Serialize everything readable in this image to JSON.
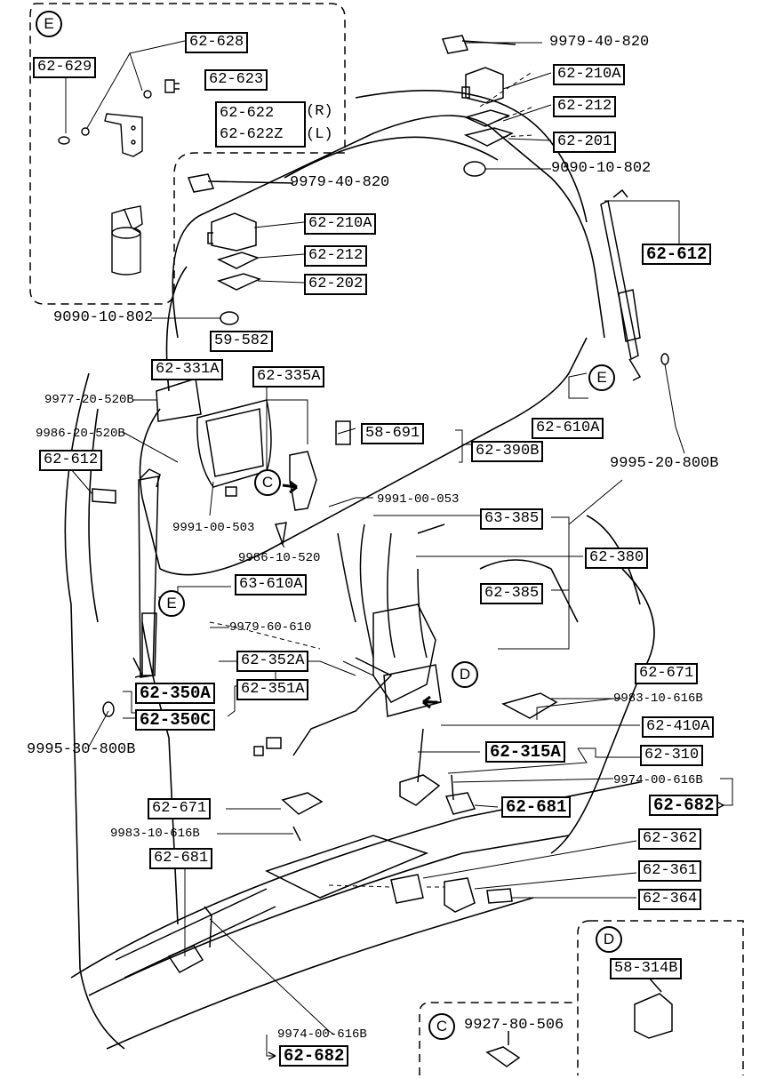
{
  "inset_E": {
    "marker": "E",
    "parts": [
      "62-628",
      "62-629",
      "62-623",
      "62-622",
      "62-622Z"
    ],
    "side_right": "(R)",
    "side_left": "(L)"
  },
  "top_hinge": {
    "bolt": "9979-40-820",
    "hinge": "62-210A",
    "shim": "62-212",
    "plate": "62-201",
    "cap": "9090-10-802"
  },
  "left_hinge": {
    "bolt": "9979-40-820",
    "hinge": "62-210A",
    "shim": "62-212",
    "plate": "62-202",
    "cap": "9090-10-802"
  },
  "right_strut": {
    "part": "62-612",
    "marker": "E",
    "assembly": "62-610A",
    "nut": "9995-20-800B"
  },
  "left_strut": {
    "part": "62-612",
    "marker": "E",
    "assembly": "63-610A",
    "nut": "9995-30-800B"
  },
  "center": {
    "p_59_582": "59-582",
    "p_62_331A": "62-331A",
    "p_62_335A": "62-335A",
    "bolt_a": "9977-20-520B",
    "bolt_b": "9986-20-520B",
    "marker_c": "C",
    "nut_a": "9991-00-503",
    "screw_a": "9986-10-520",
    "p_58_691": "58-691",
    "p_62_390B": "62-390B",
    "nut_b": "9991-00-053"
  },
  "latch": {
    "p_63_385": "63-385",
    "p_62_380": "62-380",
    "p_62_385": "62-385",
    "bolt": "9979-60-610",
    "p_62_352A": "62-352A",
    "p_62_351A": "62-351A",
    "p_62_350A": "62-350A",
    "p_62_350C": "62-350C",
    "marker_d": "D",
    "p_62_671a": "62-671",
    "screw_a": "9983-10-616B",
    "p_62_410A": "62-410A",
    "p_62_315A": "62-315A",
    "p_62_310": "62-310",
    "screw_b": "9974-00-616B",
    "p_62_681a": "62-681",
    "p_62_682a": "62-682"
  },
  "lower": {
    "p_62_671b": "62-671",
    "screw_c": "9983-10-616B",
    "p_62_681b": "62-681",
    "p_62_362": "62-362",
    "p_62_361": "62-361",
    "p_62_364": "62-364",
    "screw_d": "9974-00-616B",
    "p_62_682b": "62-682"
  },
  "inset_D": {
    "marker": "D",
    "part": "58-314B"
  },
  "inset_C": {
    "marker": "C",
    "part": "9927-80-506"
  }
}
